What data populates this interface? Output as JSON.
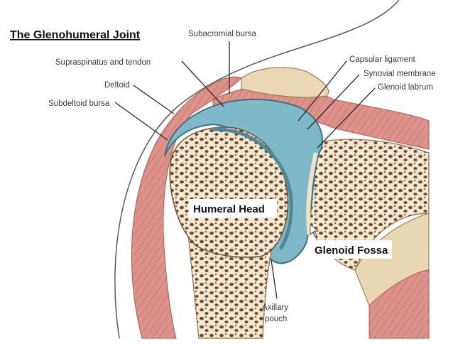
{
  "title": "The Glenohumeral Joint",
  "labels": {
    "subacromial_bursa": "Subacromial bursa",
    "supraspinatus": "Supraspinatus and tendon",
    "deltoid": "Deltoid",
    "subdeltoid_bursa": "Subdeltoid bursa",
    "capsular_ligament": "Capsular ligament",
    "synovial_membrane": "Synovial membrane",
    "glenoid_labrum": "Glenoid labrum",
    "humeral_head": "Humeral Head",
    "glenoid_fossa": "Glenoid Fossa",
    "axillary_pouch_1": "Axillary",
    "axillary_pouch_2": "pouch"
  },
  "colors": {
    "muscle": "#d98c83",
    "bone": "#efe1c6",
    "synovial": "#7fb8c8",
    "cartilage": "#4f8896"
  }
}
